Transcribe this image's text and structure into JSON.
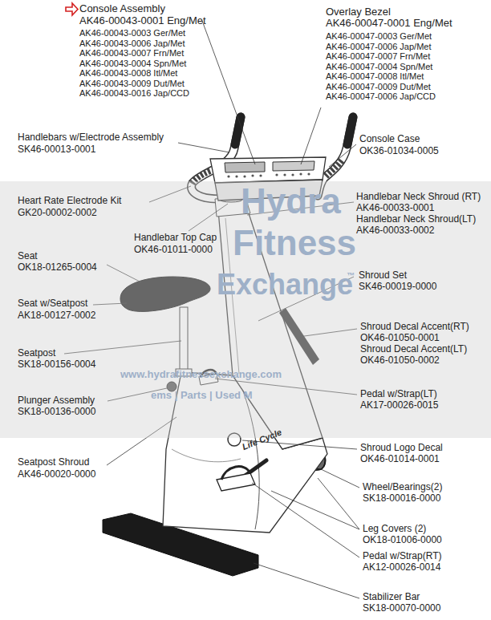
{
  "diagram": {
    "labels": [
      "Console Assembly",
      "AK46-00043-0001 Eng/Met",
      "AK46-00043-0003 Ger/Met",
      "AK46-00043-0006 Jap/Met",
      "AK46-00043-0007 Frn/Met",
      "AK46-00043-0004 Spn/Met",
      "AK46-00043-0008 Itl/Met",
      "AK46-00043-0009 Dut/Met",
      "AK46-00043-0016 Jap/CCD",
      "Overlay Bezel",
      "AK46-00047-0001 Eng/Met",
      "AK46-00047-0003 Ger/Met",
      "AK46-00047-0006 Jap/Met",
      "AK46-00047-0007 Frn/Met",
      "AK46-00047-0004 Spn/Met",
      "AK46-00047-0008 Itl/Met",
      "AK46-00047-0009 Dut/Met",
      "AK46-00047-0006 Jap/CCD",
      "Handlebars w/Electrode Assembly",
      "SK46-00013-0001",
      "Console Case",
      "OK36-01034-0005",
      "Heart Rate Electrode Kit",
      "GK20-00002-0002",
      "Handlebar Neck Shroud (RT)",
      "AK46-00033-0001",
      "Handlebar Neck Shroud(LT)",
      "AK46-00033-0002",
      "Handlebar Top Cap",
      "OK46-01011-0000",
      "Seat",
      "OK18-01265-0004",
      "Shroud Set",
      "SK46-00019-0000",
      "Seat w/Seatpost",
      "AK18-00127-0002",
      "Shroud Decal Accent(RT)",
      "OK46-01050-0001",
      "Shroud Decal Accent(LT)",
      "OK46-01050-0002",
      "Seatpost",
      "SK18-00156-0004",
      "Plunger Assembly",
      "SK18-00136-0000",
      "Pedal w/Strap(LT)",
      "AK17-00026-0015",
      "Seatpost Shroud",
      "AK46-00020-0000",
      "Shroud Logo Decal",
      "OK46-01014-0001",
      "Wheel/Bearings(2)",
      "SK18-00016-0000",
      "Leg Covers (2)",
      "OK18-01006-0000",
      "Pedal w/Strap(RT)",
      "AK12-00026-0014",
      "Stabilizer Bar",
      "SK18-00070-0000",
      "Life Cycle",
      "Hydra",
      "Fitness",
      "Exchange",
      "™",
      "www.hydrafitnessexchange.com",
      "ems | Parts | Used M"
    ]
  }
}
